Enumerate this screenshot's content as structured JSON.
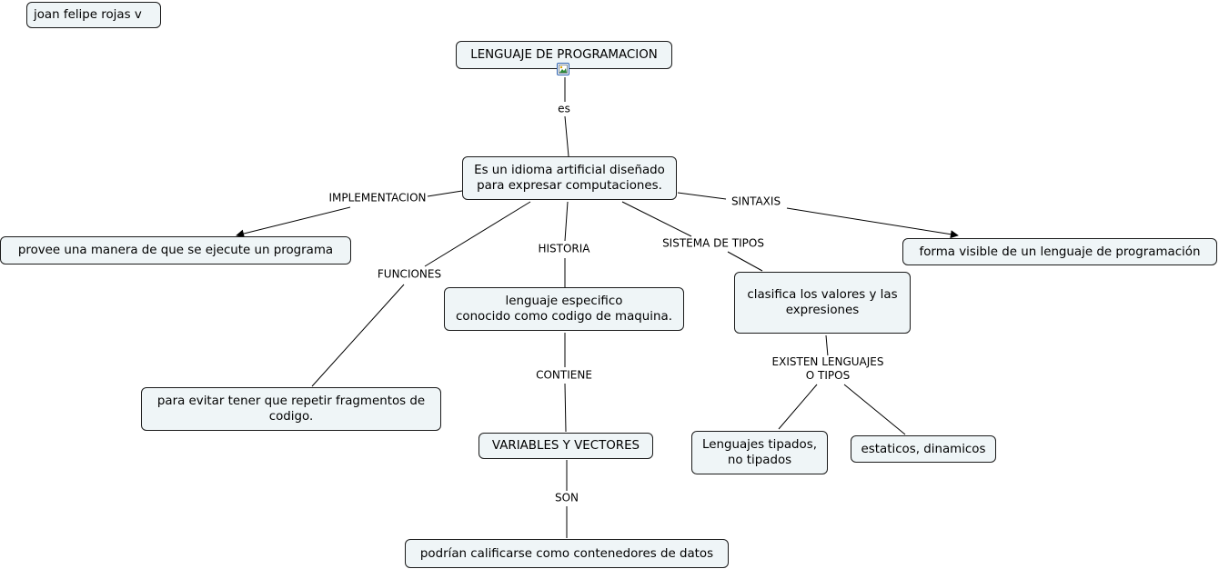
{
  "author": "joan felipe rojas v",
  "nodes": {
    "root": "LENGUAJE DE PROGRAMACION",
    "definition": "Es un idioma artificial diseñado\npara expresar computaciones.",
    "implementation": " provee una manera de que se ejecute un programa",
    "syntax": " forma visible de un lenguaje de programación",
    "functions": "para evitar tener que repetir fragmentos de\ncodigo.",
    "history": "lenguaje especifico\nconocido como codigo de maquina.",
    "types": " clasifica los valores y las\nexpresiones",
    "variables": "VARIABLES Y VECTORES",
    "containers": " podrían calificarse como contenedores de datos",
    "typed": "Lenguajes tipados,\nno tipados",
    "static_dynamic": "estaticos, dinamicos"
  },
  "links": {
    "es": "es",
    "implementacion": "IMPLEMENTACION",
    "sintaxis": "SINTAXIS",
    "funciones": "FUNCIONES",
    "historia": "HISTORIA",
    "sistema_tipos": "SISTEMA DE TIPOS",
    "contiene": "CONTIENE",
    "son": "SON",
    "existen": "EXISTEN LENGUAJES\nO TIPOS"
  },
  "icons": {
    "root_attachment": "image-icon"
  },
  "colors": {
    "node_fill": "#eff5f7",
    "node_border": "#1a1a1a",
    "line": "#000000"
  }
}
